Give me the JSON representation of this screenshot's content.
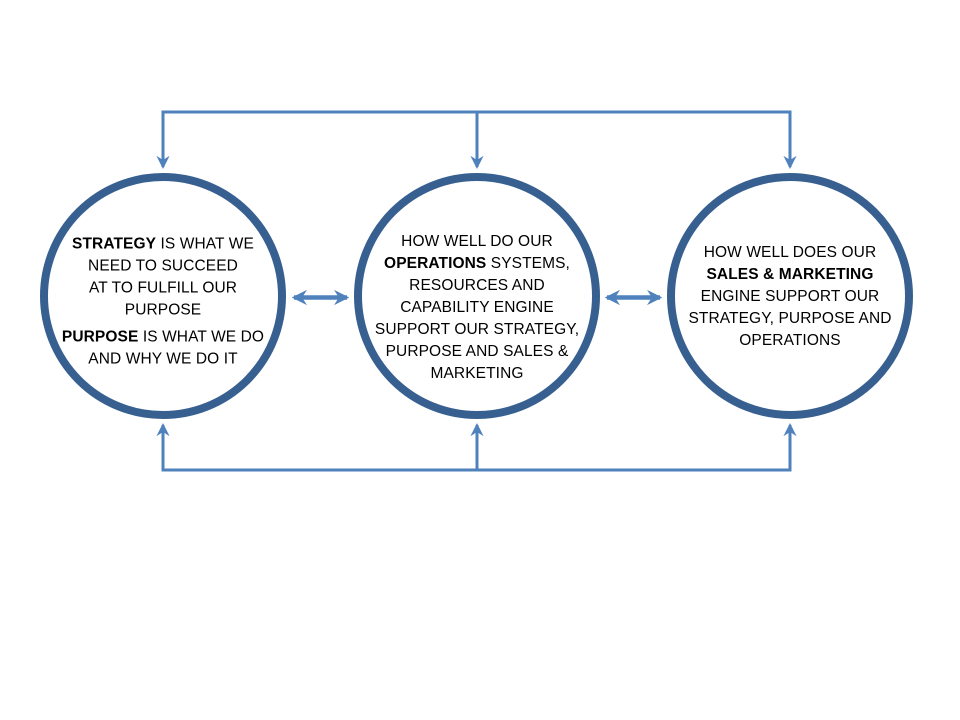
{
  "page": {
    "background_color": "#FFFFFF"
  },
  "diagram": {
    "colors": {
      "circle_stroke": "#376091",
      "connector": "#4F81BD",
      "text": "#000000"
    },
    "circles": [
      {
        "id": "strategy-purpose",
        "paragraphs": [
          {
            "lines": [
              [
                {
                  "t": "STRATEGY",
                  "b": true
                },
                {
                  "t": " IS WHAT WE",
                  "b": false
                }
              ],
              [
                {
                  "t": "NEED TO SUCCEED",
                  "b": false
                }
              ],
              [
                {
                  "t": "AT TO FULFILL OUR",
                  "b": false
                }
              ],
              [
                {
                  "t": "PURPOSE",
                  "b": false
                }
              ]
            ]
          },
          {
            "lines": [
              [
                {
                  "t": "PURPOSE",
                  "b": true
                },
                {
                  "t": " IS WHAT WE DO",
                  "b": false
                }
              ],
              [
                {
                  "t": "AND WHY WE DO IT",
                  "b": false
                }
              ]
            ]
          }
        ]
      },
      {
        "id": "operations",
        "paragraphs": [
          {
            "lines": [
              [
                {
                  "t": "HOW WELL DO OUR",
                  "b": false
                }
              ],
              [
                {
                  "t": "OPERATIONS",
                  "b": true
                },
                {
                  "t": " SYSTEMS,",
                  "b": false
                }
              ],
              [
                {
                  "t": "RESOURCES AND",
                  "b": false
                }
              ],
              [
                {
                  "t": "CAPABILITY ENGINE",
                  "b": false
                }
              ],
              [
                {
                  "t": "SUPPORT OUR STRATEGY,",
                  "b": false
                }
              ],
              [
                {
                  "t": "PURPOSE AND SALES &",
                  "b": false
                }
              ],
              [
                {
                  "t": "MARKETING",
                  "b": false
                }
              ]
            ]
          }
        ]
      },
      {
        "id": "sales-marketing",
        "paragraphs": [
          {
            "lines": [
              [
                {
                  "t": "HOW WELL DOES OUR",
                  "b": false
                }
              ],
              [
                {
                  "t": "SALES & MARKETING",
                  "b": true
                }
              ],
              [
                {
                  "t": "ENGINE SUPPORT OUR",
                  "b": false
                }
              ],
              [
                {
                  "t": "STRATEGY, PURPOSE AND",
                  "b": false
                }
              ],
              [
                {
                  "t": "OPERATIONS",
                  "b": false
                }
              ]
            ]
          }
        ]
      }
    ],
    "connectors": [
      {
        "id": "top-feedback-line",
        "type": "branching",
        "arrows": "down-into-circle-tops",
        "arrow_count": 3
      },
      {
        "id": "bottom-feedback-line",
        "type": "branching",
        "arrows": "up-into-circle-bottoms",
        "arrow_count": 3
      },
      {
        "id": "strategy-operations-double-arrow",
        "type": "double-headed"
      },
      {
        "id": "operations-sales-double-arrow",
        "type": "double-headed"
      }
    ]
  }
}
